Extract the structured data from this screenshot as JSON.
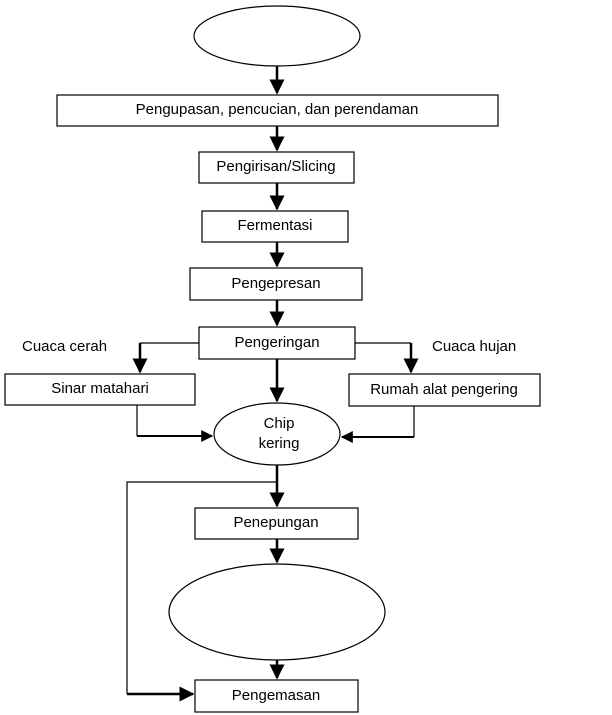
{
  "colors": {
    "stroke": "#000000",
    "background": "#ffffff"
  },
  "steps": {
    "peel_wash_soak": "Pengupasan, pencucian, dan perendaman",
    "slicing": "Pengirisan/Slicing",
    "fermentation": "Fermentasi",
    "pressing": "Pengepresan",
    "drying": "Pengeringan",
    "sun": "Sinar matahari",
    "dryer_house": "Rumah alat pengering",
    "chip_line1": "Chip",
    "chip_line2": "kering",
    "milling": "Penepungan",
    "packaging": "Pengemasan"
  },
  "branches": {
    "sunny": "Cuaca cerah",
    "rainy": "Cuaca hujan"
  }
}
